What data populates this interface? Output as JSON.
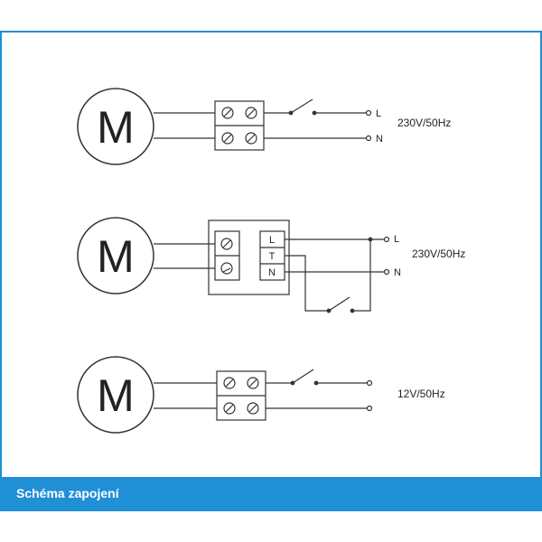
{
  "footer": {
    "title": "Schéma zapojení"
  },
  "colors": {
    "accent": "#1f8fd6",
    "line": "#333333"
  },
  "diagrams": [
    {
      "motor_label": "M",
      "line_label": "L",
      "neutral_label": "N",
      "voltage": "230V/50Hz"
    },
    {
      "motor_label": "M",
      "line_label": "L",
      "neutral_label": "N",
      "voltage": "230V/50Hz",
      "terminals": [
        "L",
        "T",
        "N"
      ]
    },
    {
      "motor_label": "M",
      "voltage": "12V/50Hz"
    }
  ]
}
